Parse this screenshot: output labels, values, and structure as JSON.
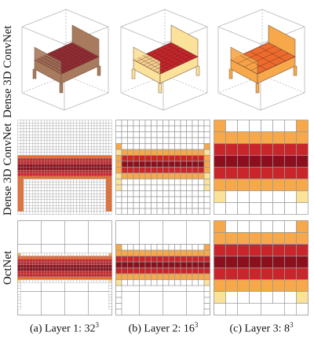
{
  "row_labels": [
    "Dense 3D ConvNet",
    "Dense 3D ConvNet",
    "OctNet"
  ],
  "captions": [
    {
      "text": "(a) Layer 1: 32",
      "exp": "3"
    },
    {
      "text": "(b) Layer 2: 16",
      "exp": "3"
    },
    {
      "text": "(c) Layer 3: 8",
      "exp": "3"
    }
  ],
  "colors": {
    "dark_red": "#8b0f1c",
    "red": "#c8262b",
    "orange": "#ec6a2c",
    "light_orange": "#f6a84a",
    "pale_yellow": "#fbe29a",
    "cube_body": "#a87a5e",
    "grid_line": "#9a9a9a",
    "frame": "#b5b5b5"
  }
}
